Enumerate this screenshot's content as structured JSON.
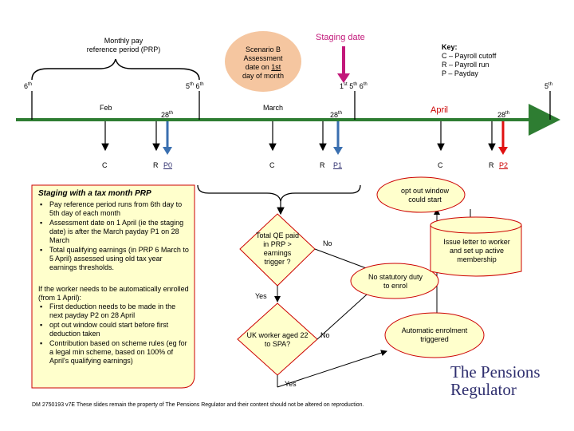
{
  "brand": {
    "line1": "The Pensions",
    "line2": "Regulator",
    "color": "#2e2e6e"
  },
  "colors": {
    "timeline": "#2e7d32",
    "diamond_fill": "#ffffcc",
    "diamond_stroke": "#cc0000",
    "purple": "#c2187a",
    "blue": "#3a6fb0",
    "red": "#e01010",
    "orange_ellipse": "#f5c6a0",
    "navy": "#2e2e6e"
  },
  "top": {
    "monthly_label_line1": "Monthly pay",
    "monthly_label_line2": "reference period (PRP)",
    "scenario_line1": "Scenario B",
    "scenario_line2": "Assessment",
    "scenario_line3_pre": "date on ",
    "scenario_line3_u": "1st",
    "scenario_line4": "day of month",
    "staging_date": "Staging date",
    "key_title": "Key:",
    "key_c": "C – Payroll cutoff",
    "key_r": "R – Payroll run",
    "key_p": "P – Payday"
  },
  "timeline": {
    "d6": "6",
    "d6sup": "th",
    "d5a": "5",
    "d5asup": "th",
    "d6a": "6",
    "d6asup": "th",
    "d1": "1",
    "d1sup": "st",
    "d5b": "5",
    "d5bsup": "th",
    "d6b": "6",
    "d6bsup": "th",
    "d5c": "5",
    "d5csup": "th",
    "feb": "Feb",
    "march": "March",
    "april": "April",
    "d28a": "28",
    "d28asup": "th",
    "d28b": "28",
    "d28bsup": "th",
    "d28c": "28",
    "d28csup": "th",
    "c": "C",
    "r": "R",
    "p0": "P0",
    "p1": "P1",
    "p2": "P2"
  },
  "left_panel": {
    "title": "Staging with a tax month PRP",
    "bullets": [
      "Pay reference period runs from 6th day to 5th day of each month",
      "Assessment date on 1 April (ie the staging date) is after the March payday P1 on 28 March",
      "Total qualifying earnings (in PRP 6 March to 5 April) assessed using old tax year earnings thresholds."
    ],
    "intro": "If the worker needs to be automatically enrolled (from 1 April):",
    "bullets2": [
      "First deduction needs to be made in the next payday P2 on 28 April",
      "opt out window could start before first deduction taken",
      "Contribution based on scheme rules (eg for a legal min scheme, based on 100% of April's qualifying earnings)"
    ]
  },
  "flow": {
    "diamond1": "Total QE paid in PRP > earnings trigger ?",
    "no1": "No",
    "yes1": "Yes",
    "diamond2": "UK worker aged 22 to SPA?",
    "no2": "No",
    "yes2": "Yes",
    "no_duty": "No statutory duty to enrol",
    "auto": "Automatic enrolment triggered",
    "optout": "opt out window could start",
    "issue": "Issue letter to worker and set up active membership"
  },
  "footer": "DM 2750193 v7E These slides remain the property of The Pensions Regulator and their content should not be altered on reproduction."
}
